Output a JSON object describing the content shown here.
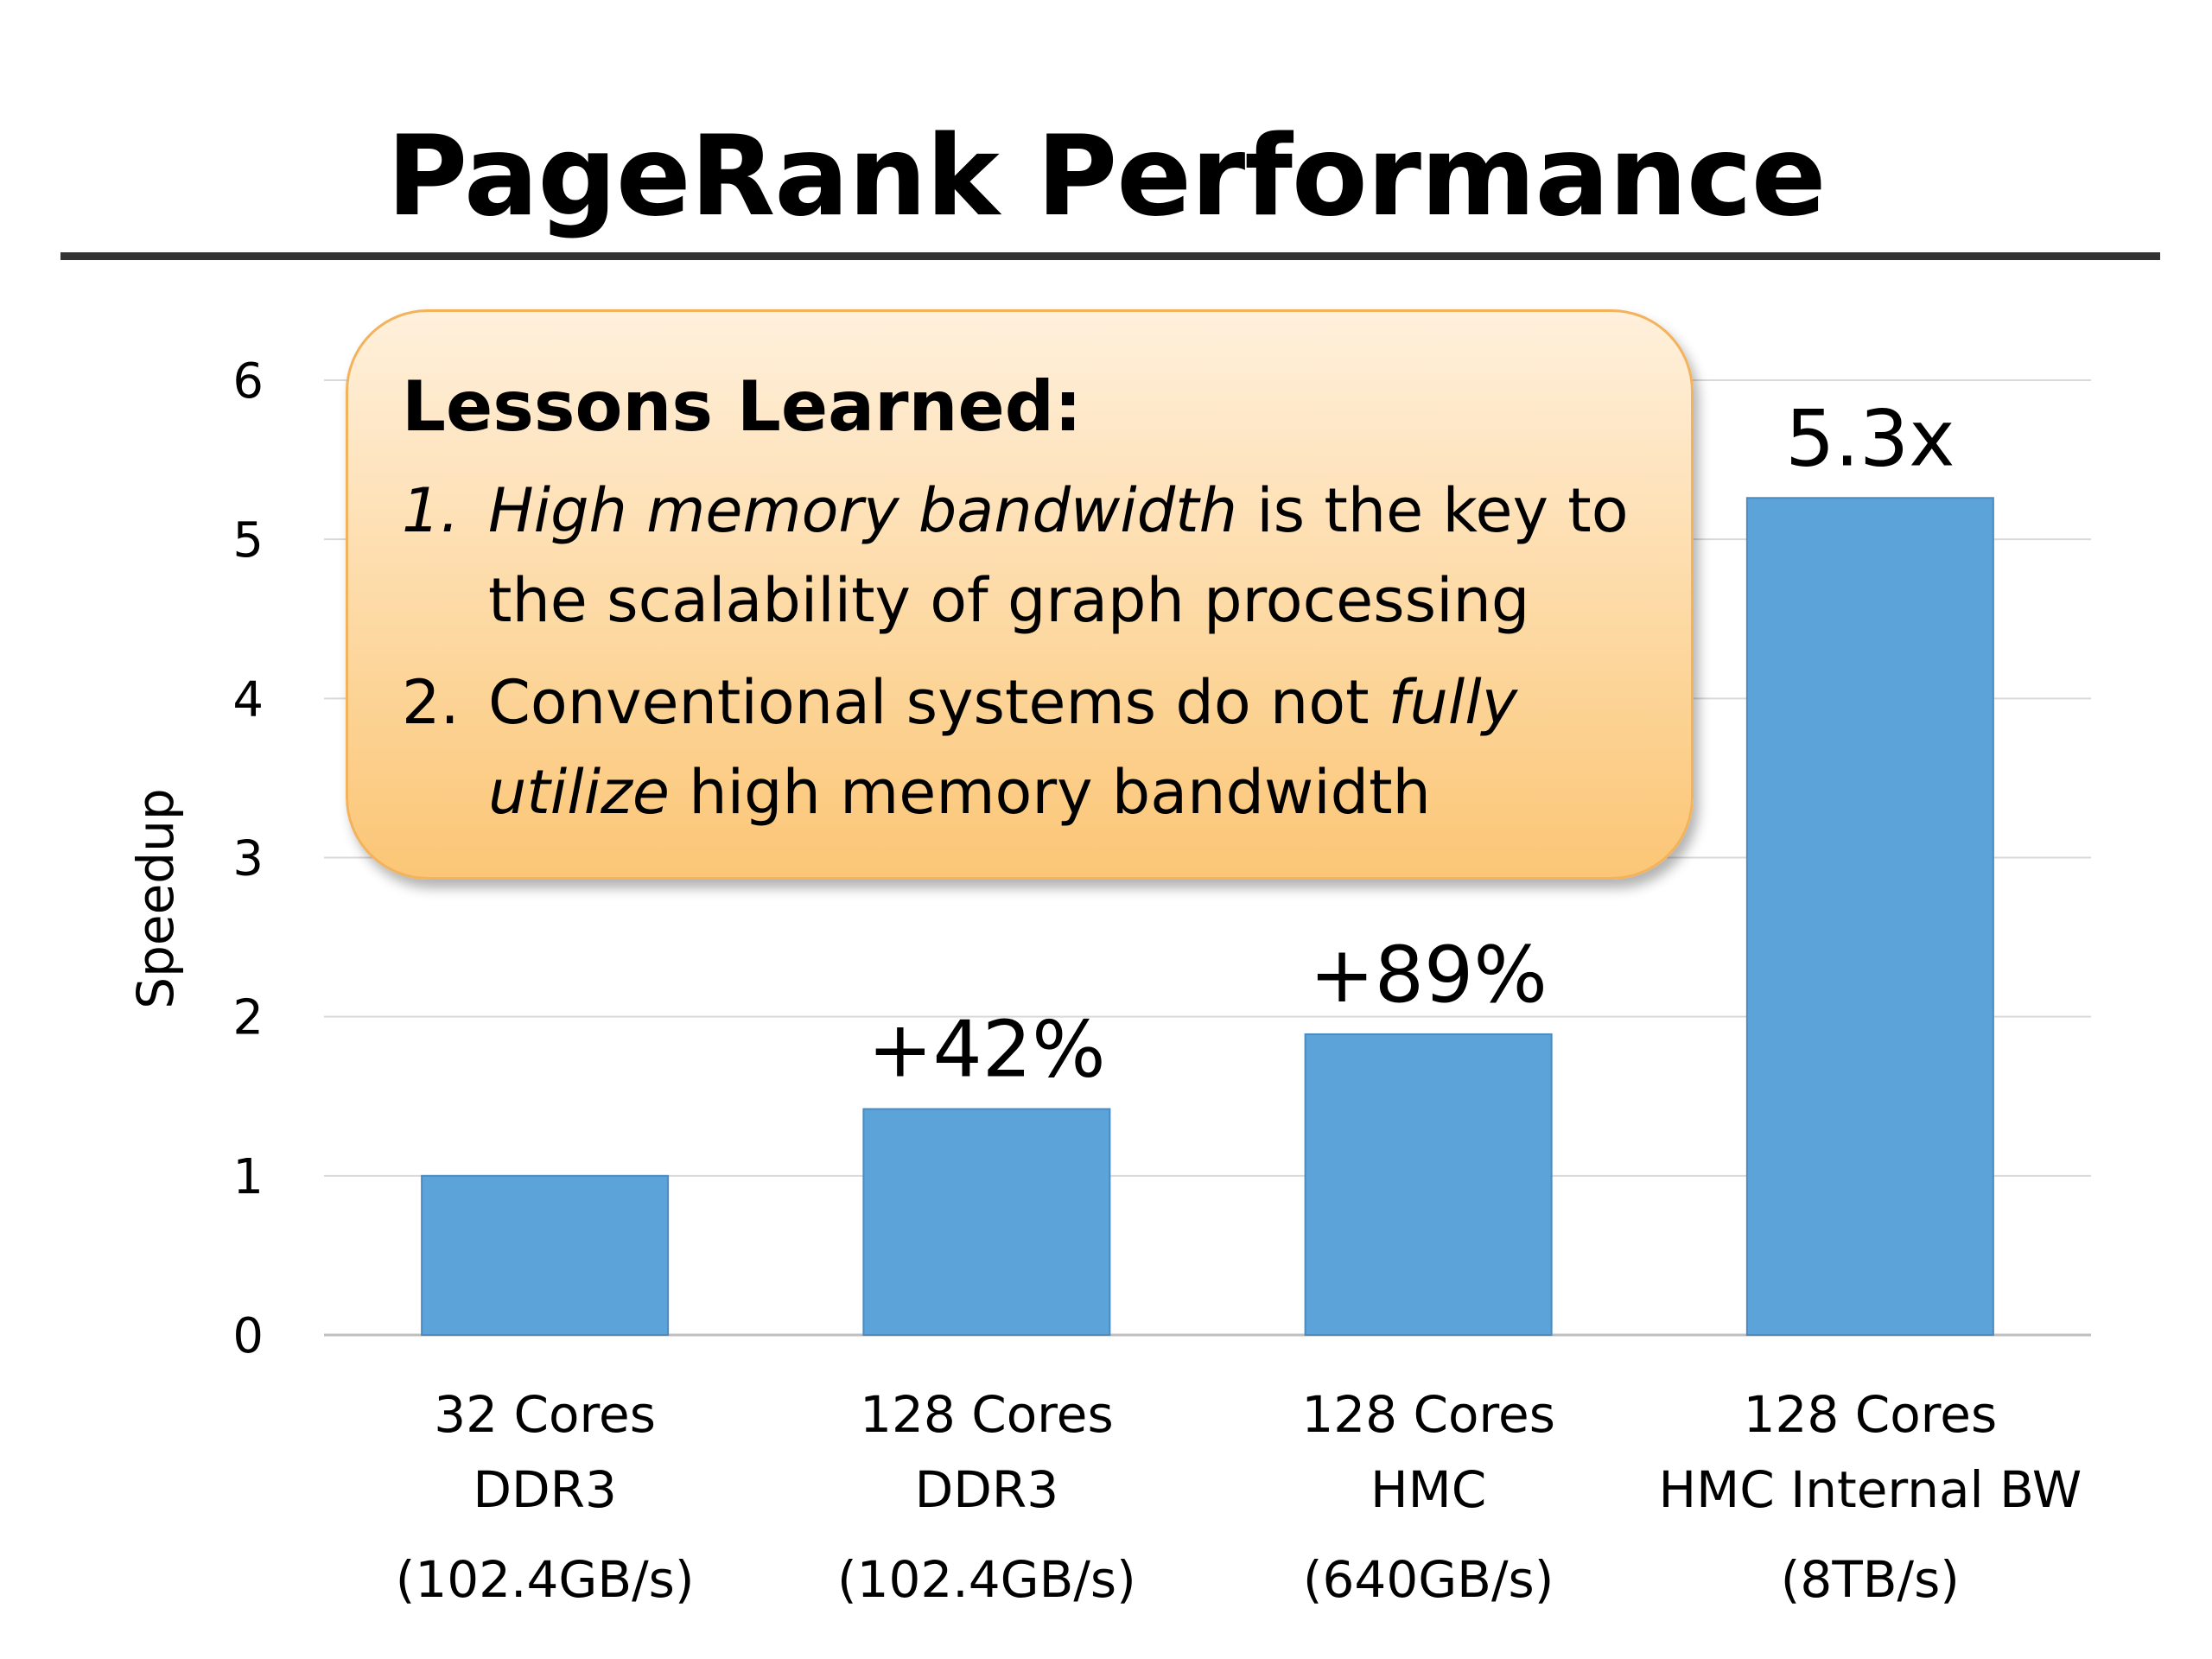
{
  "slide": {
    "title": "PageRank Performance"
  },
  "lessons": {
    "heading": "Lessons Learned:",
    "item1": {
      "number": "1.",
      "italic_part": "High memory bandwidth",
      "rest": " is the key to the scalability of graph processing"
    },
    "item2": {
      "number": "2.",
      "part1": "Conventional systems do not ",
      "italic_part": "fully utilize",
      "part2": " high memory bandwidth"
    }
  },
  "chart_data": {
    "type": "bar",
    "ylabel": "Speedup",
    "xlabel": "",
    "ylim": [
      0,
      6
    ],
    "yticks": [
      "0",
      "1",
      "2",
      "3",
      "4",
      "5",
      "6"
    ],
    "grid": true,
    "bar_color": "#5ba3d9",
    "categories": [
      [
        "32 Cores",
        "DDR3",
        "(102.4GB/s)"
      ],
      [
        "128 Cores",
        "DDR3",
        "(102.4GB/s)"
      ],
      [
        "128 Cores",
        "HMC",
        "(640GB/s)"
      ],
      [
        "128 Cores",
        "HMC Internal BW",
        "(8TB/s)"
      ]
    ],
    "values": [
      1.0,
      1.42,
      1.89,
      5.26
    ],
    "data_labels": [
      "",
      "+42%",
      "+89%",
      "5.3x"
    ]
  }
}
